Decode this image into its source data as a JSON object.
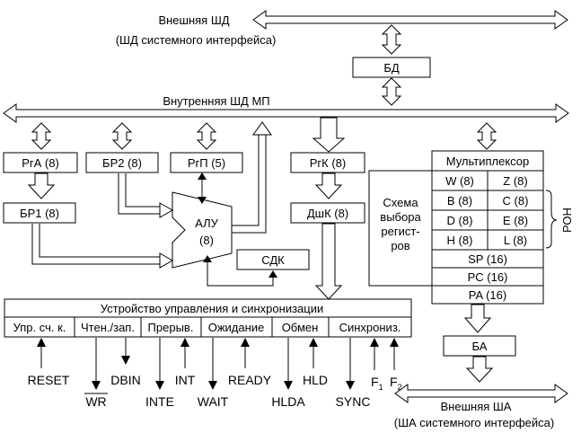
{
  "buses": {
    "external_data": {
      "title": "Внешняя ШД",
      "subtitle": "(ШД системного интерфейса)"
    },
    "internal_data": {
      "title": "Внутренняя ШД МП"
    },
    "external_address": {
      "title": "Внешняя ША",
      "subtitle": "(ША системного интерфейса)"
    }
  },
  "blocks": {
    "bd": "БД",
    "rga": "РгА (8)",
    "br2": "БР2 (8)",
    "rgp": "РгП (5)",
    "rgk": "РгК (8)",
    "br1": "БР1 (8)",
    "dshk": "ДшК (8)",
    "alu_name": "АЛУ",
    "alu_width": "(8)",
    "sdk": "СДК",
    "ba": "БА"
  },
  "register_file": {
    "mux": "Мультиплексор",
    "select_lines": [
      "Схема",
      "выбора",
      "регист-",
      "ров"
    ],
    "pairs": [
      [
        "W (8)",
        "Z (8)"
      ],
      [
        "B (8)",
        "C (8)"
      ],
      [
        "D (8)",
        "E (8)"
      ],
      [
        "H (8)",
        "L (8)"
      ]
    ],
    "wide": [
      "SP (16)",
      "PC (16)",
      "PA (16)"
    ],
    "ron": "РОН"
  },
  "control_unit": {
    "title": "Устройство управления и синхронизации",
    "sections": [
      "Упр. сч. к.",
      "Чтен./зап.",
      "Прерыв.",
      "Ожидание",
      "Обмен",
      "Синхрониз."
    ]
  },
  "signals": {
    "reset": "RESET",
    "wr": "WR",
    "dbin": "DBIN",
    "inte": "INTE",
    "int": "INT",
    "wait": "WAIT",
    "ready": "READY",
    "hlda": "HLDA",
    "hld": "HLD",
    "sync": "SYNC",
    "f1": "F",
    "f1_sub": "1",
    "f2": "F",
    "f2_sub": "2"
  }
}
